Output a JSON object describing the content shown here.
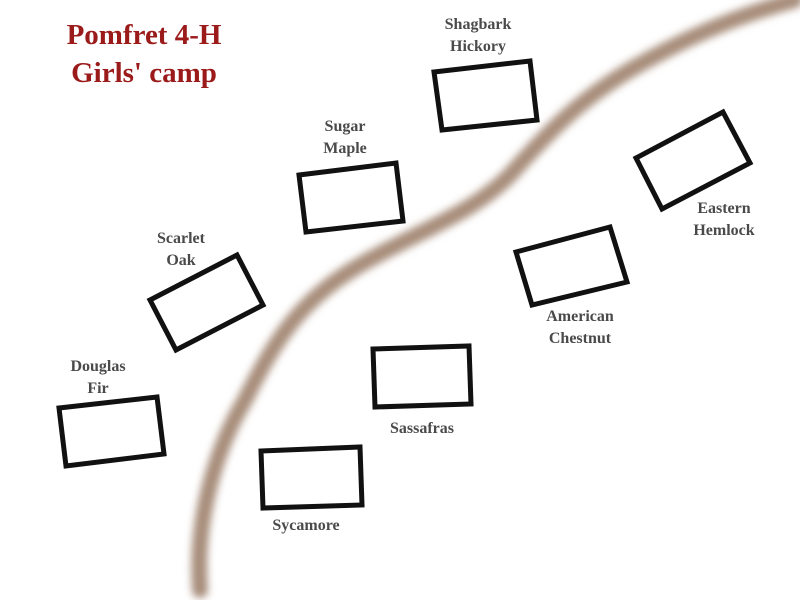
{
  "title": {
    "line1": "Pomfret 4-H",
    "line2": "Girls' camp"
  },
  "colors": {
    "title": "#9b1b1b",
    "trail": "#a88e7c",
    "cabin_outline": "#111111",
    "label": "#4a4a4a"
  },
  "cabins": [
    {
      "line1": "Shagbark",
      "line2": "Hickory"
    },
    {
      "line1": "Sugar",
      "line2": "Maple"
    },
    {
      "line1": "Scarlet",
      "line2": "Oak"
    },
    {
      "line1": "Douglas",
      "line2": "Fir"
    },
    {
      "line1": "Sycamore"
    },
    {
      "line1": "Sassafras"
    },
    {
      "line1": "American",
      "line2": "Chestnut"
    },
    {
      "line1": "Eastern",
      "line2": "Hemlock"
    }
  ]
}
